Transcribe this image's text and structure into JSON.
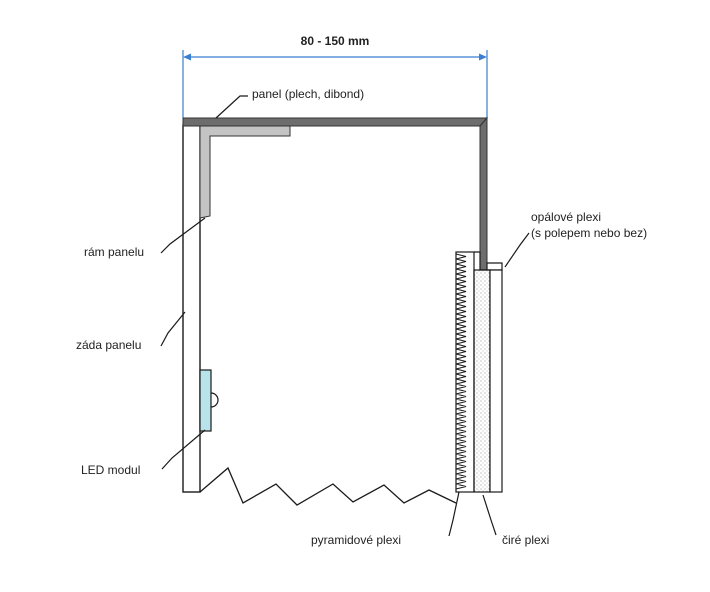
{
  "dimension": {
    "text": "80 - 150 mm",
    "color": "#3a7fd0"
  },
  "labels": {
    "panel": "panel (plech, dibond)",
    "frame": "rám panelu",
    "back": "záda panelu",
    "led": "LED modul",
    "opal_line1": "opálové plexi",
    "opal_line2": "(s polepem nebo bez)",
    "pyramid": "pyramidové plexi",
    "clear": "čiré plexi"
  },
  "colors": {
    "panel": "#6d6d6d",
    "frame": "#c4c4c4",
    "led": "#b9e3ea",
    "line": "#1a1a1a"
  }
}
